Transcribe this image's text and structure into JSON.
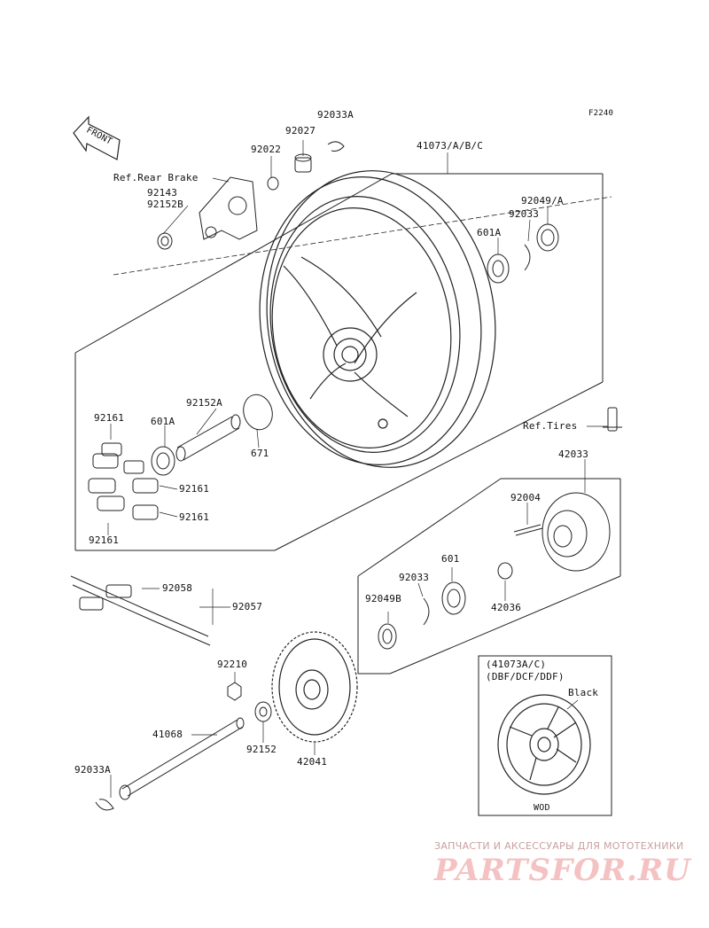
{
  "figure_code": "F2240",
  "front_arrow_text": "FRONT",
  "labels": {
    "p92033A_top": "92033A",
    "p92027": "92027",
    "p92022": "92022",
    "p41073": "41073/A/B/C",
    "ref_rear_brake": "Ref.Rear Brake",
    "p92143": "92143",
    "p92152B": "92152B",
    "p92049A": "92049/A",
    "p92033_r": "92033",
    "p601A_r": "601A",
    "p92161_a": "92161",
    "p601A_l": "601A",
    "p92152A": "92152A",
    "p671": "671",
    "ref_tires": "Ref.Tires",
    "p92161_b": "92161",
    "p92161_c": "92161",
    "p92161_d": "92161",
    "p42033": "42033",
    "p92004": "92004",
    "p92058": "92058",
    "p92057": "92057",
    "p92033_m": "92033",
    "p601": "601",
    "p92049B": "92049B",
    "p42036": "42036",
    "p92210": "92210",
    "p41068": "41068",
    "p92152": "92152",
    "p42041": "42041",
    "p92033A_bot": "92033A"
  },
  "inset": {
    "line1": "(41073A/C)",
    "line2": "(DBF/DCF/DDF)",
    "color_label": "Black",
    "footer": "WOD"
  },
  "watermark": {
    "subtitle": "ЗАПЧАСТИ И АКСЕССУАРЫ ДЛЯ МОТОТЕХНИКИ",
    "brand": "PARTSFOR.RU"
  }
}
